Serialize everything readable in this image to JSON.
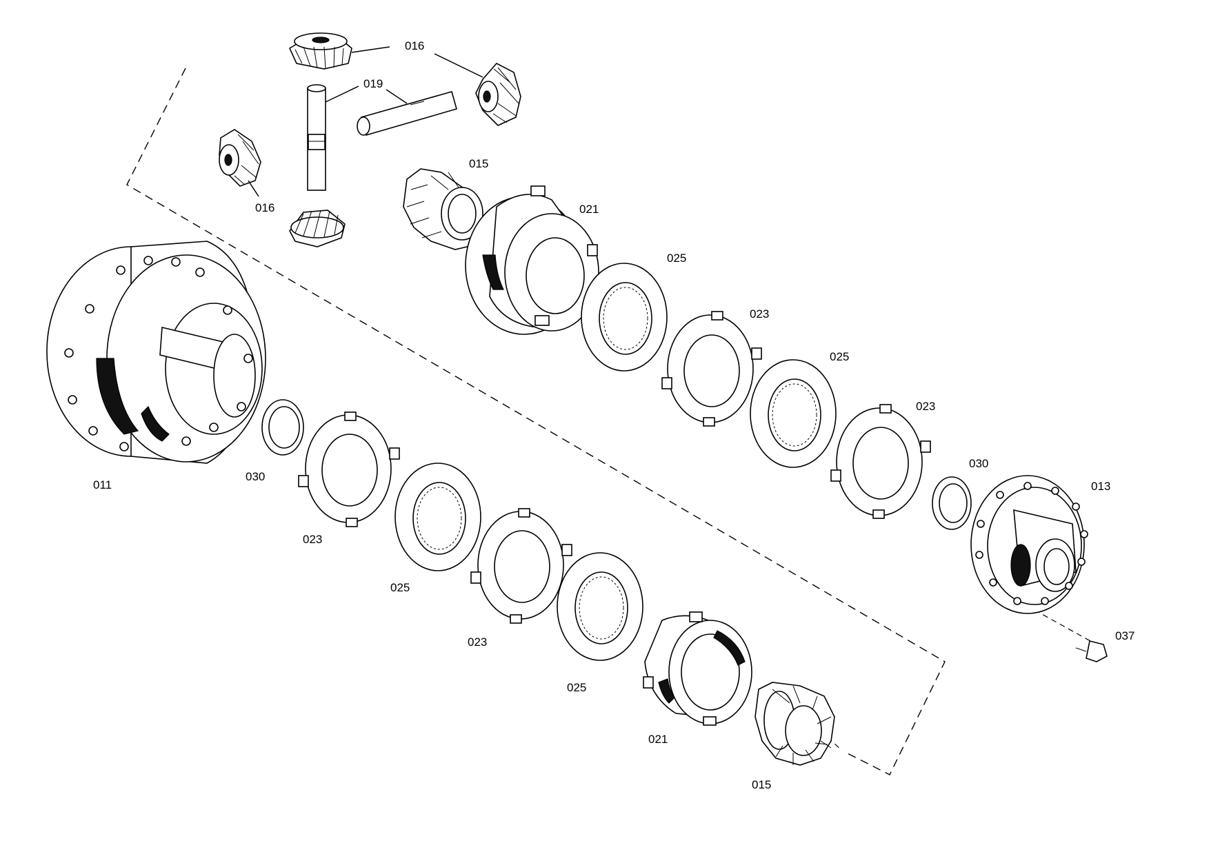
{
  "diagram": {
    "labels": {
      "gear_016_top": "016",
      "shaft_019": "019",
      "gear_015_top": "015",
      "housing_021_top": "021",
      "gear_016_left": "016",
      "disc_025_a": "025",
      "plate_023_a": "023",
      "disc_025_b": "025",
      "plate_023_b": "023",
      "washer_030_right": "030",
      "flange_013": "013",
      "bolt_037": "037",
      "housing_011": "011",
      "washer_030_left": "030",
      "plate_023_c": "023",
      "disc_025_c": "025",
      "plate_023_d": "023",
      "disc_025_d": "025",
      "housing_021_bottom": "021",
      "gear_015_bottom": "015"
    }
  }
}
